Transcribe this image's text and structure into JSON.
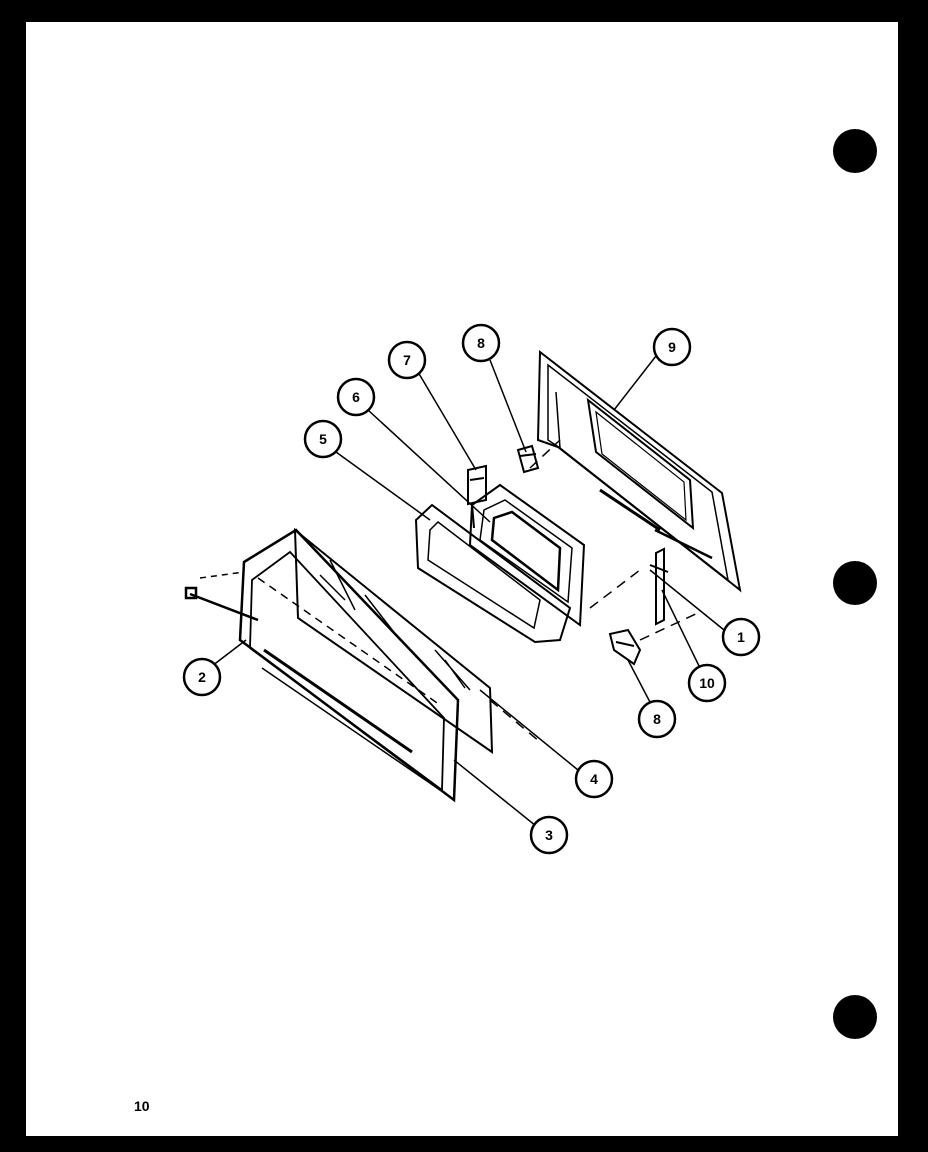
{
  "diagram": {
    "callouts": [
      "1",
      "2",
      "3",
      "4",
      "5",
      "6",
      "7",
      "8",
      "8",
      "9",
      "10"
    ],
    "page_number": "10"
  },
  "colors": {
    "ink": "#000000",
    "paper": "#ffffff",
    "border": "#000000"
  }
}
